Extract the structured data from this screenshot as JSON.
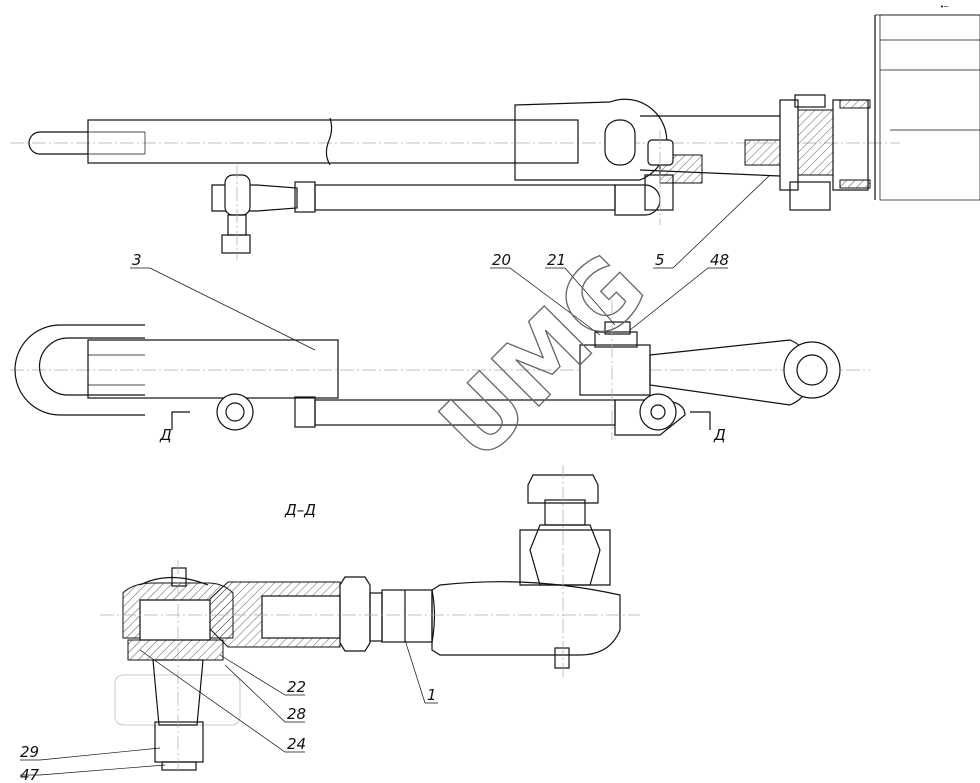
{
  "drawing": {
    "watermark": "UMG",
    "corner_mark": "•─",
    "section_title": "Д–Д",
    "section_marks": [
      "Д",
      "Д"
    ],
    "callouts": {
      "c3": "3",
      "c20": "20",
      "c21": "21",
      "c5": "5",
      "c48": "48",
      "c22": "22",
      "c28": "28",
      "c24": "24",
      "c1": "1",
      "c29": "29",
      "c47": "47"
    }
  }
}
